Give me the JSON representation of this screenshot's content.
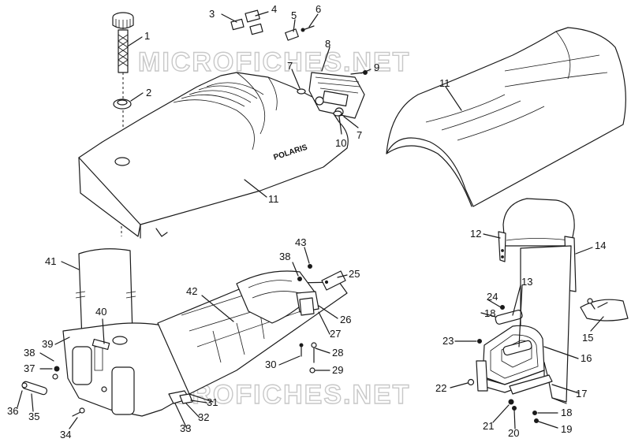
{
  "watermark": "MICROFICHES.NET",
  "brand_text": "POLARIS",
  "callouts": {
    "c1": "1",
    "c2": "2",
    "c3": "3",
    "c4": "4",
    "c5": "5",
    "c6": "6",
    "c7a": "7",
    "c7b": "7",
    "c8": "8",
    "c9": "9",
    "c10": "10",
    "c11a": "11",
    "c11b": "11",
    "c12": "12",
    "c13": "13",
    "c14": "14",
    "c15": "15",
    "c16": "16",
    "c17": "17",
    "c18a": "18",
    "c18b": "18",
    "c19": "19",
    "c20": "20",
    "c21": "21",
    "c22": "22",
    "c23": "23",
    "c24": "24",
    "c25": "25",
    "c26": "26",
    "c27": "27",
    "c28": "28",
    "c29": "29",
    "c30": "30",
    "c31": "31",
    "c32": "32",
    "c33": "33",
    "c34": "34",
    "c35": "35",
    "c36": "36",
    "c37": "37",
    "c38a": "38",
    "c38b": "38",
    "c39": "39",
    "c40": "40",
    "c41": "41",
    "c42": "42",
    "c43": "43"
  }
}
